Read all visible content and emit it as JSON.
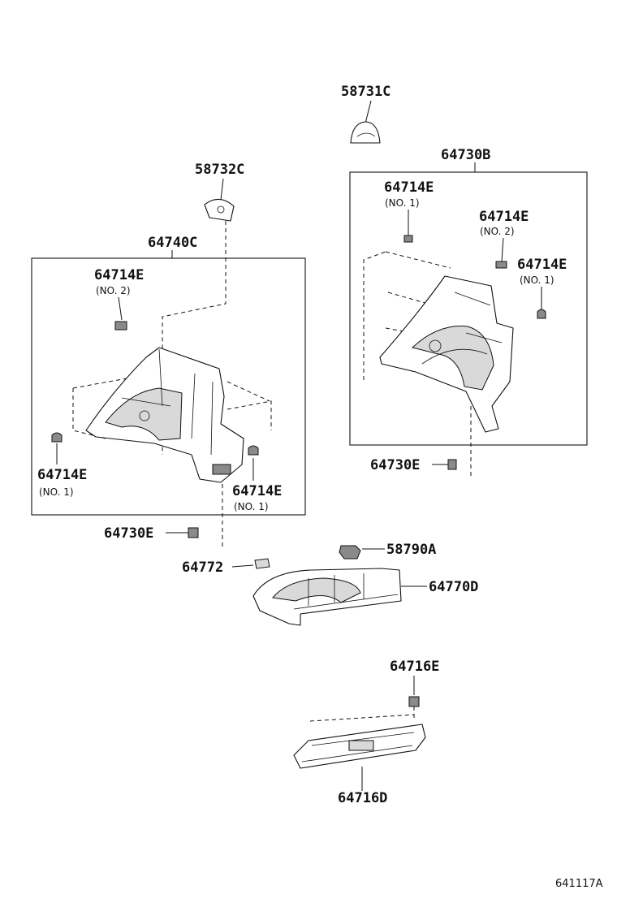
{
  "labels": {
    "p58731C": "58731C",
    "p64730B": "64730B",
    "p64714E_r1": "64714E",
    "p64714E_r1_no": "(NO. 1)",
    "p64714E_r2": "64714E",
    "p64714E_r2_no": "(NO. 2)",
    "p64714E_r3": "64714E",
    "p64714E_r3_no": "(NO. 1)",
    "p58732C": "58732C",
    "p64740C": "64740C",
    "p64714E_l1": "64714E",
    "p64714E_l1_no": "(NO. 2)",
    "p64714E_l2": "64714E",
    "p64714E_l2_no": "(NO. 1)",
    "p64714E_l3": "64714E",
    "p64714E_l3_no": "(NO. 1)",
    "p64730E_r": "64730E",
    "p64730E_l": "64730E",
    "p64772": "64772",
    "p58790A": "58790A",
    "p64770D": "64770D",
    "p64716E": "64716E",
    "p64716D": "64716D",
    "ref_code": "641117A"
  }
}
